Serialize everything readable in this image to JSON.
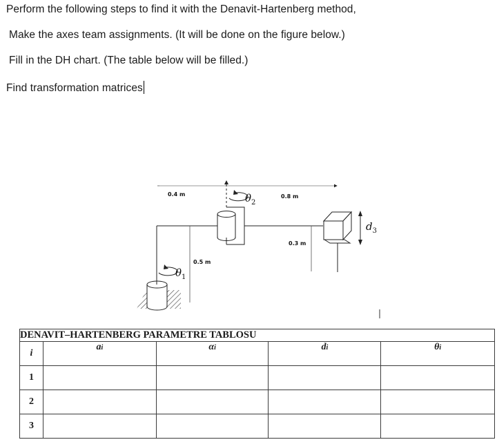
{
  "instructions": {
    "line1": "Perform the following steps to find it with the Denavit-Hartenberg method,",
    "line2": "Make the axes team assignments. (It will be done on the figure below.)",
    "line3": "Fill in the DH chart. (The table below will be filled.)",
    "line4": "Find transformation matrices"
  },
  "diagram": {
    "dim_top_left": "0.4 m",
    "dim_top_right": "0.8 m",
    "dim_vertical_1": "0.5 m",
    "dim_vertical_2": "0.3 m",
    "joint1_symbol": "θ",
    "joint1_sub": "1",
    "joint2_symbol": "θ",
    "joint2_sub": "2",
    "joint3_symbol": "d",
    "joint3_sub": "3"
  },
  "table": {
    "title": "DENAVIT–HARTENBERG PARAMETRE TABLOSU",
    "headers": [
      {
        "sym": "i",
        "sub": ""
      },
      {
        "sym": "a",
        "sub": "i"
      },
      {
        "sym": "α",
        "sub": "i"
      },
      {
        "sym": "d",
        "sub": "i"
      },
      {
        "sym": "θ",
        "sub": "i"
      }
    ],
    "rows": [
      {
        "i": "1",
        "a": "",
        "alpha": "",
        "d": "",
        "theta": ""
      },
      {
        "i": "2",
        "a": "",
        "alpha": "",
        "d": "",
        "theta": ""
      },
      {
        "i": "3",
        "a": "",
        "alpha": "",
        "d": "",
        "theta": ""
      }
    ]
  }
}
